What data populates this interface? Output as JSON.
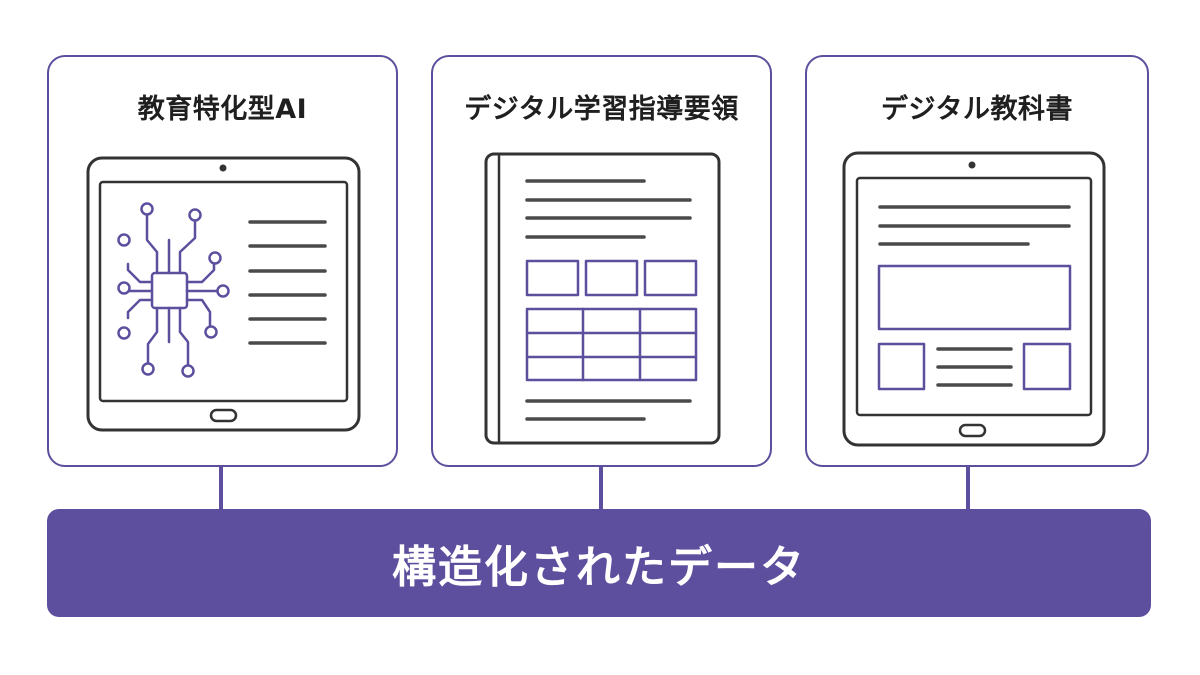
{
  "cards": [
    {
      "title": "教育特化型AI",
      "icon": "tablet-ai-circuit-icon"
    },
    {
      "title": "デジタル学習指導要領",
      "icon": "document-book-icon"
    },
    {
      "title": "デジタル教科書",
      "icon": "tablet-textbook-icon"
    }
  ],
  "bottom_bar": {
    "label": "構造化されたデータ"
  },
  "colors": {
    "accent": "#5e4f9e",
    "outline": "#333333",
    "text": "#1f1f1f"
  }
}
